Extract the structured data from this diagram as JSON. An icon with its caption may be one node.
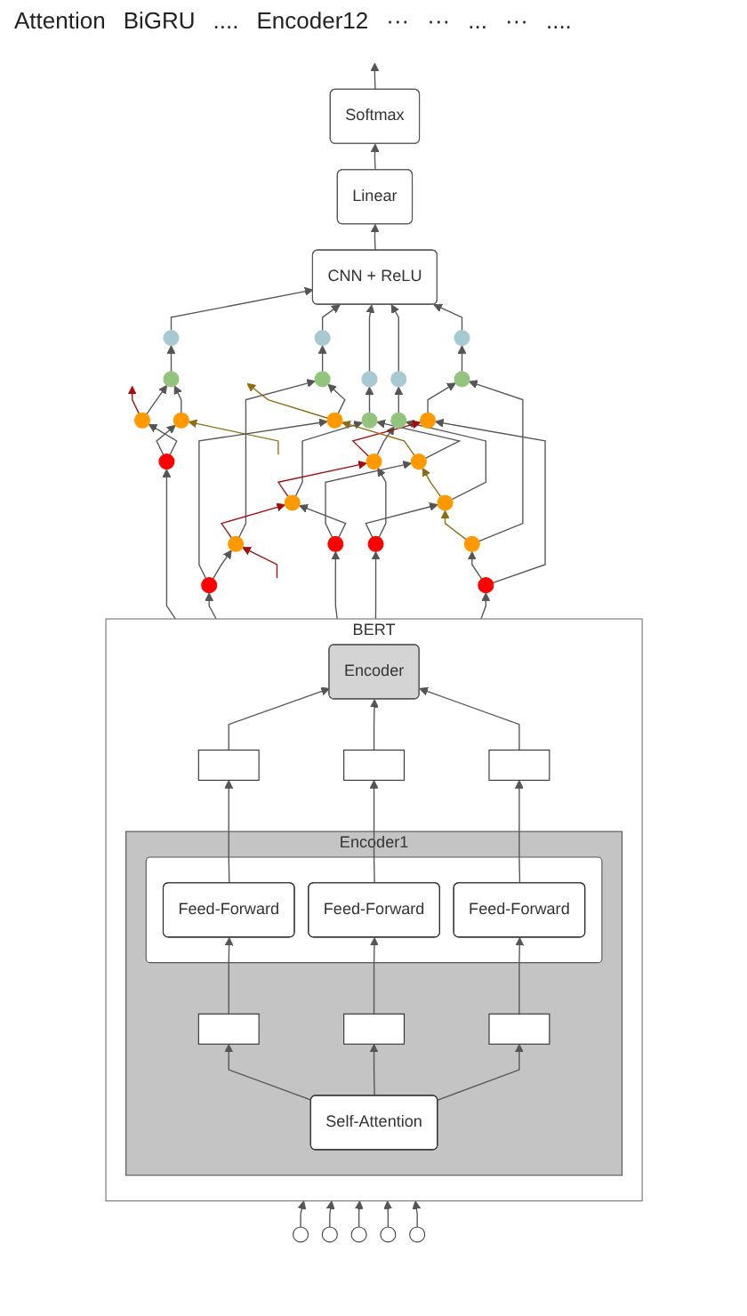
{
  "diagram": {
    "nodes": [
      {
        "text": [
          "Softmax"
        ]
      },
      {
        "text": [
          "Linear"
        ]
      },
      {
        "text": [
          "CNN + ReLU"
        ]
      },
      {
        "text": [],
        "shape": "circle"
      },
      {
        "text": [],
        "shape": "circle"
      },
      {
        "text": [],
        "shape": "circle"
      },
      {
        "text": [],
        "shape": "circle"
      },
      {
        "text": [],
        "shape": "circle"
      },
      {
        "text": [],
        "shape": "circle"
      },
      {
        "text": [],
        "shape": "circle"
      },
      {
        "text": [],
        "shape": "circle"
      },
      {
        "text": [],
        "shape": "circle"
      },
      {
        "text": [],
        "shape": "circle"
      },
      {
        "text": [],
        "shape": "circle"
      },
      {
        "text": [],
        "shape": "circle"
      },
      {
        "text": [],
        "shape": "circle"
      },
      {
        "text": [],
        "shape": "circle"
      },
      {
        "text": [],
        "shape": "circle"
      },
      {
        "text": [],
        "shape": "circle"
      },
      {
        "text": [],
        "shape": "circle"
      },
      {
        "text": [],
        "shape": "circle"
      },
      {
        "text": [],
        "shape": "circle"
      },
      {
        "text": [],
        "shape": "circle"
      },
      {
        "text": [],
        "shape": "circle"
      },
      {
        "text": [],
        "shape": "circle"
      },
      {
        "text": [],
        "shape": "circle"
      },
      {
        "text": [],
        "shape": "circle"
      },
      {
        "text": [],
        "shape": "circle"
      },
      {
        "text": [
          "BERT"
        ]
      },
      {
        "text": [
          "Encoder"
        ],
        "in": 28
      },
      {
        "text": [],
        "shape": "bar",
        "in": 28
      },
      {
        "text": [],
        "shape": "bar",
        "in": 28
      },
      {
        "text": [],
        "shape": "bar",
        "in": 28
      },
      {
        "text": [
          "Encoder1"
        ],
        "in": 28
      },
      {
        "text": [],
        "shape": "box",
        "in": 33
      },
      {
        "text": [
          "Feed-Forward"
        ],
        "in": 34
      },
      {
        "text": [
          "Feed-Forward"
        ],
        "in": 34
      },
      {
        "text": [
          "Feed-Forward"
        ],
        "in": 34
      },
      {
        "text": [],
        "shape": "bar",
        "in": 33
      },
      {
        "text": [],
        "shape": "bar",
        "in": 33
      },
      {
        "text": [],
        "shape": "bar",
        "in": 33
      },
      {
        "text": [
          "Self-Attention"
        ],
        "in": 33
      },
      {
        "text": [],
        "shape": "circle"
      },
      {
        "text": [],
        "shape": "circle"
      },
      {
        "text": [],
        "shape": "circle"
      },
      {
        "text": [],
        "shape": "circle"
      },
      {
        "text": [],
        "shape": "circle"
      }
    ],
    "edges": [
      {
        "from": 0,
        "to": null,
        "arrow": "to"
      },
      {
        "from": 1,
        "to": 0,
        "arrow": "to"
      },
      {
        "from": 2,
        "to": 1,
        "arrow": "to"
      },
      {
        "from": 3,
        "to": 2,
        "arrow": "to"
      },
      {
        "from": 4,
        "to": 2,
        "arrow": "to"
      },
      {
        "from": 5,
        "to": 2,
        "arrow": "to"
      },
      {
        "from": 6,
        "to": 2,
        "arrow": "to"
      },
      {
        "from": 7,
        "to": 2,
        "arrow": "to"
      },
      {
        "from": 8,
        "to": 3,
        "arrow": "to"
      },
      {
        "from": 9,
        "to": 4,
        "arrow": "to"
      },
      {
        "from": 10,
        "to": 5,
        "arrow": "to"
      },
      {
        "from": 11,
        "to": 6,
        "arrow": "to"
      },
      {
        "from": 12,
        "to": 7,
        "arrow": "to"
      },
      {
        "from": 13,
        "to": 8,
        "arrow": "to"
      },
      {
        "from": 14,
        "to": 8,
        "arrow": "to"
      },
      {
        "from": 15,
        "to": 9,
        "arrow": "to"
      },
      {
        "from": 16,
        "to": 9,
        "arrow": "to"
      },
      {
        "from": 17,
        "to": 10,
        "arrow": "to"
      },
      {
        "from": 18,
        "to": 10,
        "arrow": "to"
      },
      {
        "from": 19,
        "to": 11,
        "arrow": "to"
      },
      {
        "from": 20,
        "to": 11,
        "arrow": "to"
      },
      {
        "from": 21,
        "to": 12,
        "arrow": "to"
      },
      {
        "from": 22,
        "to": 12,
        "arrow": "to"
      },
      {
        "from": 15,
        "to": 13,
        "arrow": "to",
        "color": "#a30d0d"
      },
      {
        "from": 17,
        "to": 15,
        "arrow": "to",
        "color": "#a30d0d"
      },
      {
        "from": 19,
        "to": 17,
        "arrow": "to",
        "color": "#a30d0d"
      },
      {
        "from": null,
        "to": 19,
        "arrow": "to",
        "color": "#a30d0d"
      },
      {
        "from": 21,
        "to": null,
        "arrow": "to",
        "color": "#a30d0d"
      },
      {
        "from": 14,
        "to": 16,
        "arrow": "to",
        "color": "#8c6d12"
      },
      {
        "from": 16,
        "to": 18,
        "arrow": "to",
        "color": "#8c6d12"
      },
      {
        "from": 18,
        "to": 20,
        "arrow": "to",
        "color": "#8c6d12"
      },
      {
        "from": 20,
        "to": null,
        "arrow": "to",
        "color": "#8c6d12"
      },
      {
        "from": null,
        "to": 22,
        "arrow": "to",
        "color": "#8c6d12"
      },
      {
        "from": 23,
        "to": 13,
        "arrow": "to"
      },
      {
        "from": 23,
        "to": 14,
        "arrow": "to"
      },
      {
        "from": 24,
        "to": 15,
        "arrow": "to"
      },
      {
        "from": 24,
        "to": 16,
        "arrow": "to"
      },
      {
        "from": 25,
        "to": 17,
        "arrow": "to"
      },
      {
        "from": 25,
        "to": 18,
        "arrow": "to"
      },
      {
        "from": 26,
        "to": 19,
        "arrow": "to"
      },
      {
        "from": 26,
        "to": 20,
        "arrow": "to"
      },
      {
        "from": 27,
        "to": 21,
        "arrow": "to"
      },
      {
        "from": 27,
        "to": 22,
        "arrow": "to"
      },
      {
        "from": 28,
        "to": 23,
        "arrow": "to"
      },
      {
        "from": 28,
        "to": 24,
        "arrow": "to"
      },
      {
        "from": 28,
        "to": 25,
        "arrow": "to"
      },
      {
        "from": 28,
        "to": 26,
        "arrow": "to"
      },
      {
        "from": 28,
        "to": 27,
        "arrow": "to"
      },
      {
        "from": 41,
        "to": 38,
        "arrow": "to"
      },
      {
        "from": 41,
        "to": 39,
        "arrow": "to"
      },
      {
        "from": 41,
        "to": 40,
        "arrow": "to"
      },
      {
        "from": 38,
        "to": 35,
        "arrow": "to"
      },
      {
        "from": 39,
        "to": 36,
        "arrow": "to"
      },
      {
        "from": 40,
        "to": 37,
        "arrow": "to"
      },
      {
        "from": 35,
        "to": 30,
        "arrow": "to"
      },
      {
        "from": 36,
        "to": 31,
        "arrow": "to"
      },
      {
        "from": 37,
        "to": 32,
        "arrow": "to"
      },
      {
        "from": 30,
        "to": 29,
        "arrow": "to"
      },
      {
        "from": 31,
        "to": 29,
        "arrow": "to"
      },
      {
        "from": 32,
        "to": 29,
        "arrow": "to"
      },
      {
        "from": 42,
        "to": 28,
        "arrow": "to"
      },
      {
        "from": 43,
        "to": 28,
        "arrow": "to"
      },
      {
        "from": 44,
        "to": 28,
        "arrow": "to"
      },
      {
        "from": 45,
        "to": 28,
        "arrow": "to"
      },
      {
        "from": 46,
        "to": 28,
        "arrow": "to"
      }
    ],
    "labels": [
      "Attention",
      "BiGRU",
      "....",
      "Encoder12",
      "···",
      "···",
      "...",
      "···",
      "...."
    ]
  }
}
